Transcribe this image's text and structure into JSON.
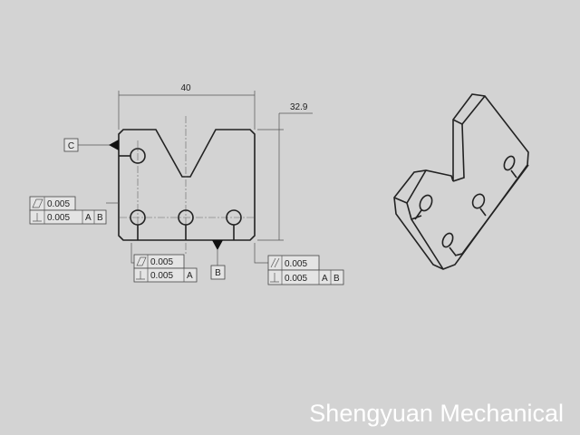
{
  "drawing": {
    "width_dim": "40",
    "height_dim": "32.9",
    "datum_c": "C",
    "datum_b": "B",
    "fcf_left": {
      "flatness": "0.005",
      "perp": "0.005",
      "ref1": "A",
      "ref2": "B"
    },
    "fcf_bottom": {
      "flatness": "0.005",
      "perp": "0.005",
      "ref1": "A"
    },
    "fcf_right": {
      "parallel": "0.005",
      "perp": "0.005",
      "ref1": "A",
      "ref2": "B"
    }
  },
  "watermark": "Shengyuan Mechanical"
}
